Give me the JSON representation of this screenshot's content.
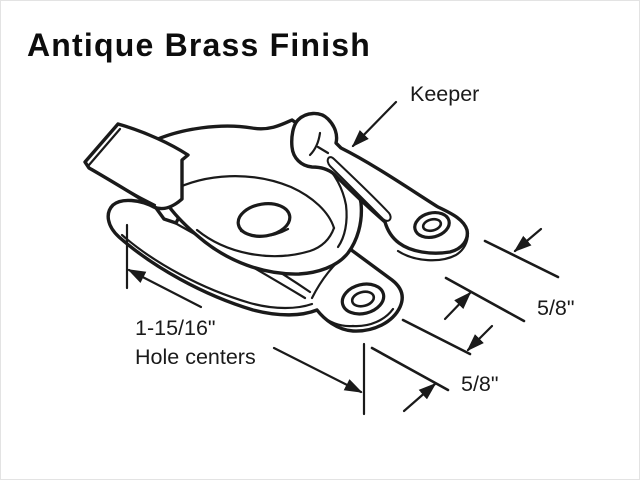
{
  "title": "Antique Brass Finish",
  "colors": {
    "ink": "#1a1a1a",
    "background": "#ffffff"
  },
  "annotations": {
    "keeper_label": "Keeper",
    "hole_centers_value": "1-15/16\"",
    "hole_centers_caption": "Hole centers",
    "keeper_arm_width": "5/8\"",
    "base_arm_width": "5/8\""
  }
}
